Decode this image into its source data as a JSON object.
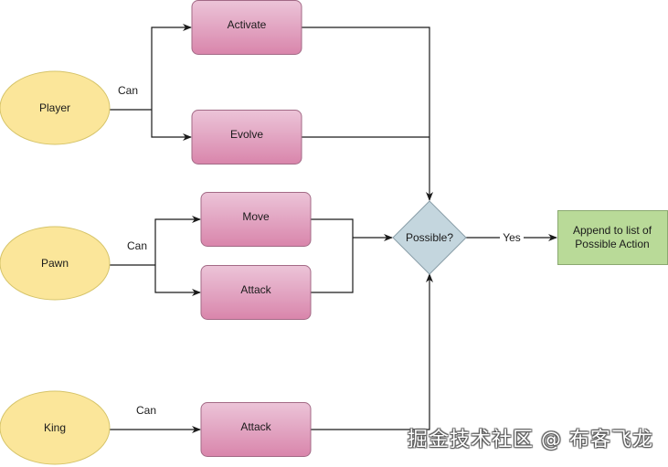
{
  "diagram": {
    "actors": [
      {
        "id": "player",
        "label": "Player",
        "edge_label": "Can"
      },
      {
        "id": "pawn",
        "label": "Pawn",
        "edge_label": "Can"
      },
      {
        "id": "king",
        "label": "King",
        "edge_label": "Can"
      }
    ],
    "actions": [
      {
        "id": "activate",
        "label": "Activate",
        "actor": "player"
      },
      {
        "id": "evolve",
        "label": "Evolve",
        "actor": "player"
      },
      {
        "id": "move",
        "label": "Move",
        "actor": "pawn"
      },
      {
        "id": "pawn-attack",
        "label": "Attack",
        "actor": "pawn"
      },
      {
        "id": "king-attack",
        "label": "Attack",
        "actor": "king"
      }
    ],
    "decision": {
      "label": "Possible?",
      "yes_label": "Yes"
    },
    "result": {
      "line1": "Append to list of",
      "line2": "Possible Action"
    },
    "colors": {
      "actor_fill": "#fbe69a",
      "actor_stroke": "#d6c46a",
      "action_fill_top": "#e8b6cf",
      "action_fill_bottom": "#d988ad",
      "action_stroke": "#a36a86",
      "decision_fill": "#c4d6de",
      "decision_stroke": "#8a9ea8",
      "result_fill": "#b9da98",
      "result_stroke": "#8aa870"
    }
  },
  "watermark": "掘金技术社区 @ 布客飞龙"
}
